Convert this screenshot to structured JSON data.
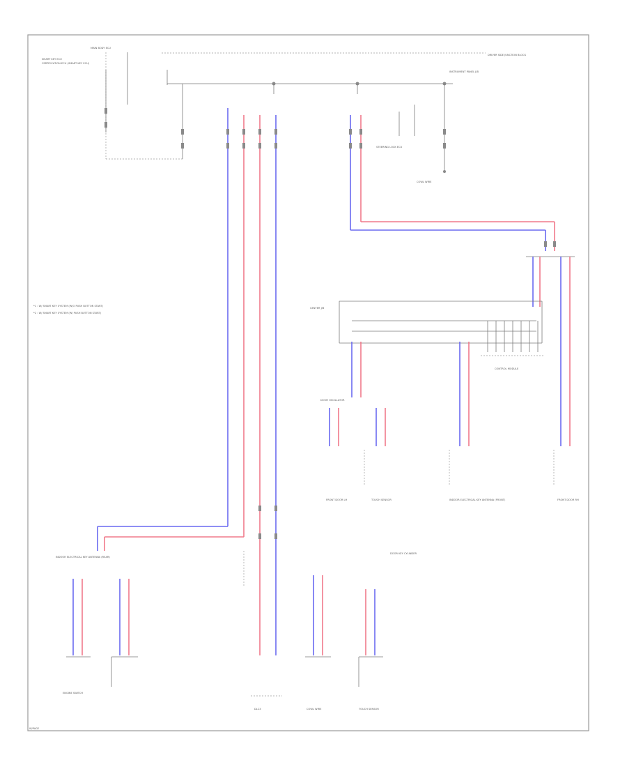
{
  "colors": {
    "wire_blue": "#6a6af0",
    "wire_red": "#f07a8a",
    "line": "#7a7a7a"
  },
  "footer": {
    "code": "W/PAGE"
  },
  "notes": [
    "*1 : W/ SMART KEY SYSTEM (W/O PUSH BUTTON START)",
    "*2 : W/ SMART KEY SYSTEM (W/ PUSH BUTTON START)"
  ],
  "components": {
    "smart_key_ecu": "SMART KEY ECU",
    "certification_ecu": "CERTIFICATION ECU (SMART KEY ECU)",
    "main_body_ecu": "MAIN BODY ECU",
    "driver_lock": "DRIVER SIDE JUNCTION BLOCK",
    "front_door_lh": "FRONT DOOR LH",
    "front_door_rh": "FRONT DOOR RH",
    "key_cylinder": "DOOR KEY CYLINDER",
    "engine_switch": "ENGINE SWITCH",
    "steering_lock": "STEERING LOCK ECU",
    "ctrl_module": "CONTROL MODULE",
    "instrument_panel": "INSTRUMENT PANEL J/B",
    "cowl_wire": "COWL WIRE",
    "center_j_b": "CENTER J/B",
    "antenna_front": "INDOOR ELECTRICAL KEY ANTENNA (FRONT)",
    "antenna_rear": "INDOOR ELECTRICAL KEY ANTENNA (REAR)",
    "oscillator": "DOOR OSCILLATOR",
    "touch_sensor": "TOUCH SENSOR",
    "dlc3": "DLC3"
  }
}
